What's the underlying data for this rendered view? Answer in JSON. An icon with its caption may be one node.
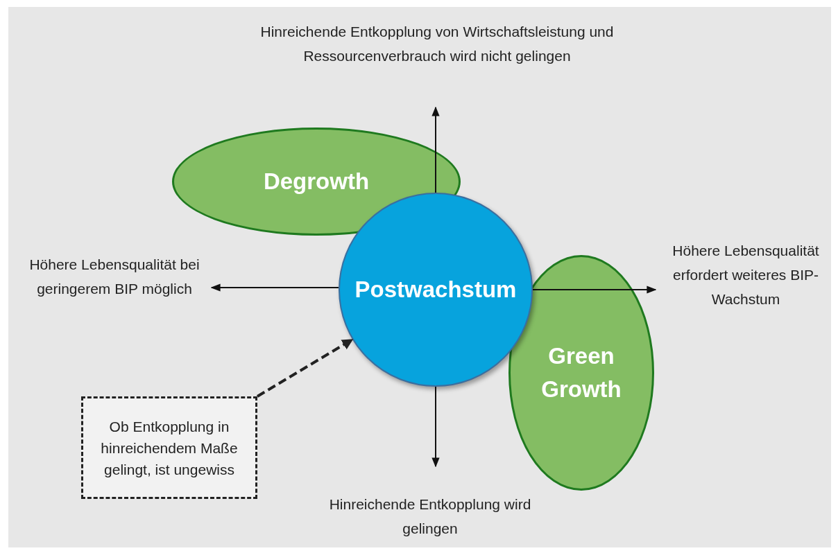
{
  "diagram": {
    "nodes": [
      {
        "text": [
          "Degrowth"
        ]
      },
      {
        "text": [
          "Postwachstum"
        ]
      },
      {
        "text": [
          "Green Growth"
        ]
      },
      {
        "text": [
          "Ob Entkopplung in hinreichendem Maße gelingt, ist ungewiss"
        ]
      }
    ],
    "edges": [
      {
        "from": 3,
        "to": 1,
        "arrow": "to",
        "style": "dashed"
      }
    ],
    "labels": [
      "Hinreichende Entkopplung von Wirtschaftsleistung und Ressourcenverbrauch wird nicht gelingen",
      "Höhere Lebensqualität bei geringerem BIP möglich",
      "Höhere Lebensqualität erfordert weiteres BIP-Wachstum",
      "Hinreichende Entkopplung wird gelingen"
    ]
  }
}
